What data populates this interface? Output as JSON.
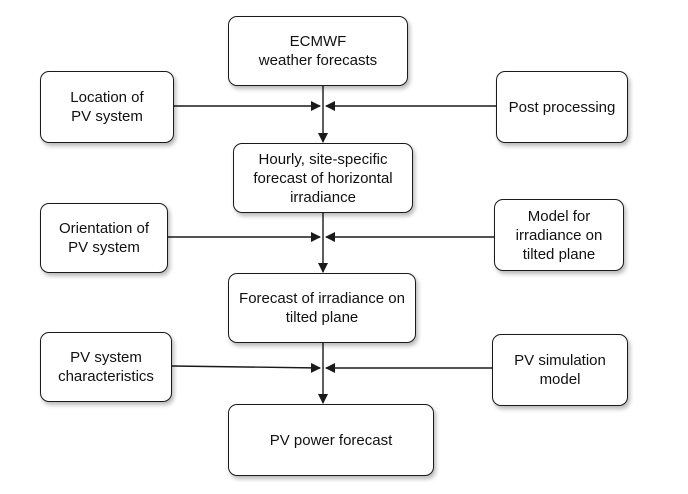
{
  "nodes": {
    "ecmwf": "ECMWF\nweather forecasts",
    "location": "Location of\nPV system",
    "post_processing": "Post processing",
    "hourly_forecast": "Hourly, site-specific\nforecast of horizontal\nirradiance",
    "orientation": "Orientation of\nPV system",
    "model_irradiance": "Model for\nirradiance on\ntilted plane",
    "tilted_forecast": "Forecast of irradiance on\ntilted plane",
    "pv_characteristics": "PV system\ncharacteristics",
    "pv_simulation": "PV simulation\nmodel",
    "pv_power": "PV power forecast"
  },
  "colors": {
    "stroke": "#1a1a1a",
    "fill": "#ffffff"
  }
}
